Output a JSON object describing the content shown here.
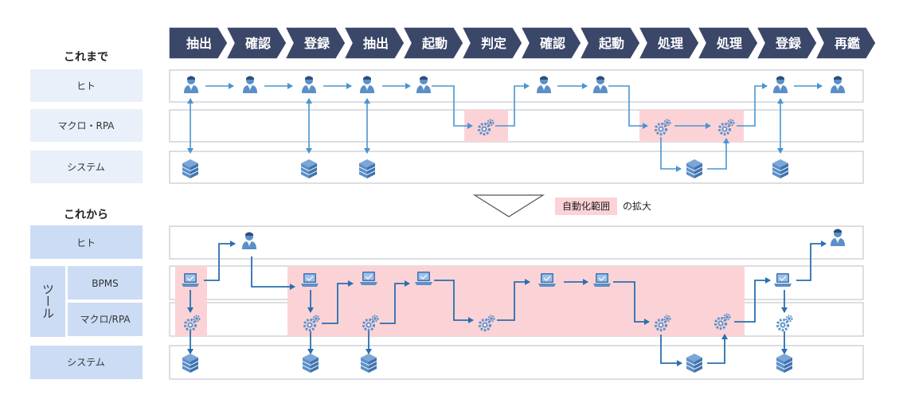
{
  "steps": [
    "抽出",
    "確認",
    "登録",
    "抽出",
    "起動",
    "判定",
    "確認",
    "起動",
    "処理",
    "処理",
    "登録",
    "再鑑"
  ],
  "current": {
    "title": "これまで",
    "lanes": [
      "ヒト",
      "マクロ・RPA",
      "システム"
    ]
  },
  "future": {
    "title": "これから",
    "human_label": "ヒト",
    "tool_group_label": "ツール",
    "bpms_label": "BPMS",
    "macro_label": "マクロ/RPA",
    "system_label": "システム"
  },
  "transition": {
    "highlight_label": "自動化範囲",
    "suffix": "の拡大"
  },
  "colors": {
    "step_fill": "#3b4768",
    "lane_label_light": "#e9f0f9",
    "lane_label_dark": "#ccdcf5",
    "lane_border": "#b8bcc4",
    "highlight": "#fbd3d6",
    "arrow": "#4a95cf",
    "arrow_dark": "#2a6fb0",
    "icon": "#5b8fc8"
  }
}
